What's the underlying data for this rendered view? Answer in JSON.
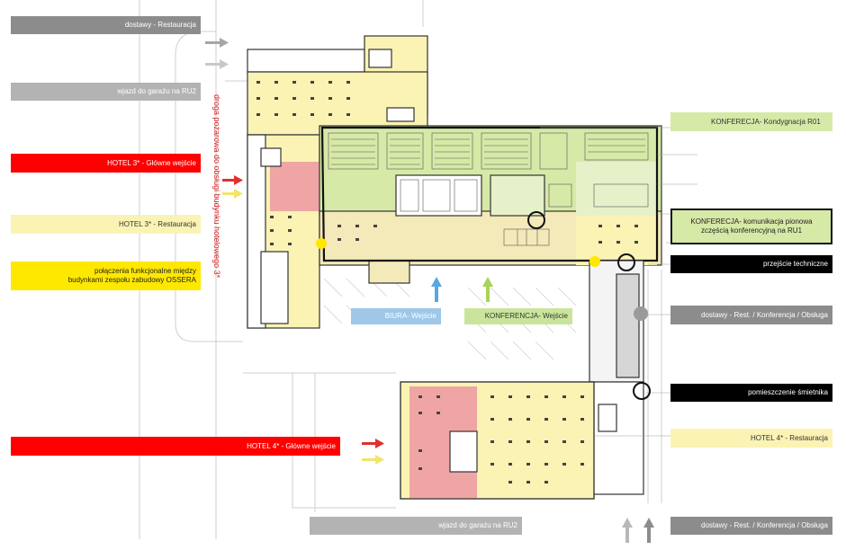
{
  "labels": {
    "dostawy_restauracja": "dostawy - Restauracja",
    "wjazd_garaz_top": "wjazd do garażu na RU2",
    "hotel3_wejscie": "HOTEL 3* - Główne wejście",
    "hotel3_restauracja": "HOTEL 3* - Restauracja",
    "polaczenia": "połączenia funkcjonalne między budynkami zespołu zabudowy OSSERA",
    "hotel4_wejscie": "HOTEL 4* - Główne wejście",
    "konferencja_r01": "KONFERECJA- Kondygnacja R01",
    "konferencja_komunikacja": "KONFERECJA- komunikacja pionowa zczęścią konferencyjną na RU1",
    "przejscie_techniczne": "przejście techniczne",
    "dostawy_rko_right": "dostawy - Rest. / Konferencja / Obsługa",
    "pomieszczenie_smietnika": "pomieszczenie śmietnika",
    "hotel4_restauracja": "HOTEL 4* - Restauracja",
    "biura_wejscie": "BIURA- Wejście",
    "konferencja_wejscie": "KONFERENCJA- Wejście",
    "wjazd_garaz_bottom": "wjazd do garażu na RU2",
    "dostawy_rko_bottom": "dostawy - Rest. / Konferencja / Obsługa",
    "droga_pozarowa": "droga pożarowa do obsługi budynku hotelowego 3*"
  },
  "colors": {
    "gray_dark": "#8c8c8c",
    "gray_light": "#b3b3b3",
    "red": "#ff0000",
    "pale_yellow": "#faf3b4",
    "yellow": "#ffe800",
    "green": "#d7e9a6",
    "blue_label": "#9ec7e8",
    "black": "#000000",
    "pink": "#f0a5a5",
    "light_green_label": "#c9e59b",
    "arrow_blue": "#58a7e0",
    "arrow_green": "#a9d45a"
  },
  "icons": [
    "arrow-right-icon",
    "arrow-up-icon",
    "circle-marker-icon",
    "yellow-dot-icon"
  ]
}
